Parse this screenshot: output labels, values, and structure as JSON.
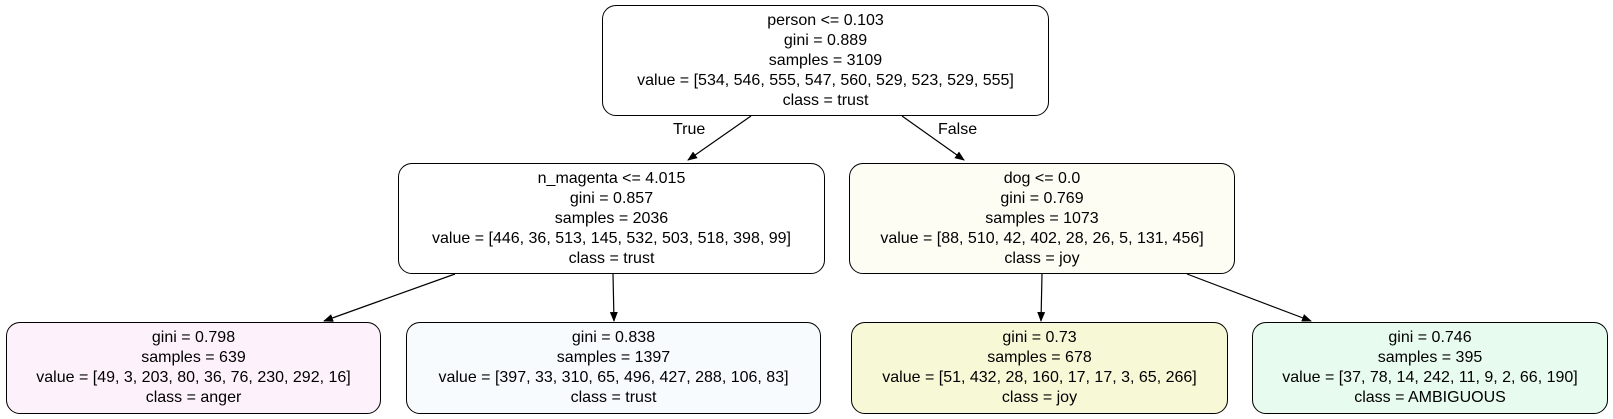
{
  "tree": {
    "nodes": [
      {
        "id": "root",
        "condition": "person <= 0.103",
        "gini": "gini = 0.889",
        "samples": "samples = 3109",
        "value": "value = [534, 546, 555, 547, 560, 529, 523, 529, 555]",
        "class": "class = trust",
        "fill": "#ffffff"
      },
      {
        "id": "left",
        "condition": "n_magenta <= 4.015",
        "gini": "gini = 0.857",
        "samples": "samples = 2036",
        "value": "value = [446, 36, 513, 145, 532, 503, 518, 398, 99]",
        "class": "class = trust",
        "fill": "#ffffff"
      },
      {
        "id": "right",
        "condition": "dog <= 0.0",
        "gini": "gini = 0.769",
        "samples": "samples = 1073",
        "value": "value = [88, 510, 42, 402, 28, 26, 5, 131, 456]",
        "class": "class = joy",
        "fill": "#fdfdf4"
      },
      {
        "id": "leaf-ll",
        "gini": "gini = 0.798",
        "samples": "samples = 639",
        "value": "value = [49, 3, 203, 80, 36, 76, 230, 292, 16]",
        "class": "class = anger",
        "fill": "#fdf2fb"
      },
      {
        "id": "leaf-lr",
        "gini": "gini = 0.838",
        "samples": "samples = 1397",
        "value": "value = [397, 33, 310, 65, 496, 427, 288, 106, 83]",
        "class": "class = trust",
        "fill": "#f7fbfe"
      },
      {
        "id": "leaf-rl",
        "gini": "gini = 0.73",
        "samples": "samples = 678",
        "value": "value = [51, 432, 28, 160, 17, 17, 3, 65, 266]",
        "class": "class = joy",
        "fill": "#f7f9d6"
      },
      {
        "id": "leaf-rr",
        "gini": "gini = 0.746",
        "samples": "samples = 395",
        "value": "value = [37, 78, 14, 242, 11, 9, 2, 66, 190]",
        "class": "class = AMBIGUOUS",
        "fill": "#e8fbef"
      }
    ],
    "edge_labels": {
      "true": "True",
      "false": "False"
    }
  }
}
